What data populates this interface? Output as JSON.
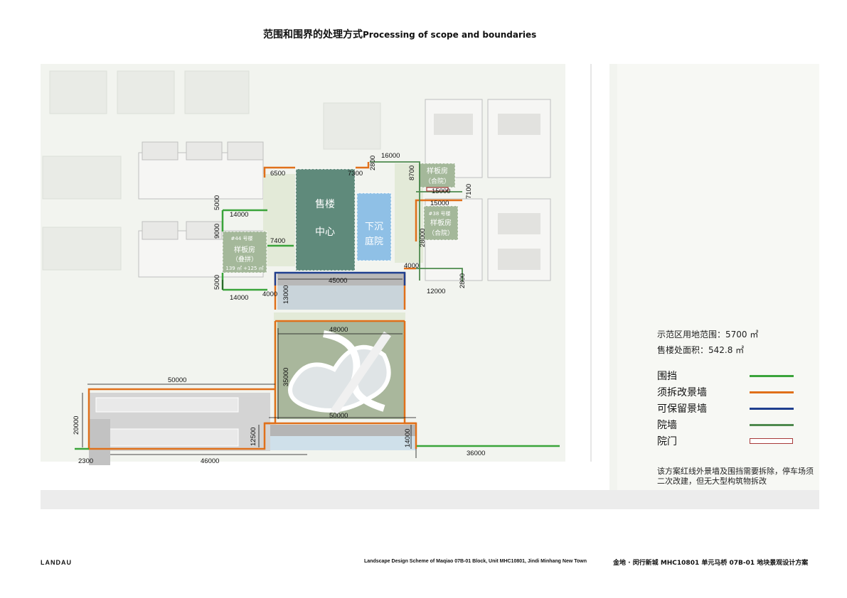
{
  "title": {
    "cn": "范围和围界的处理方式",
    "en": "Processing of scope and boundaries"
  },
  "buildings": {
    "sales_center": "售楼中心",
    "sunken_court": "下沉庭院",
    "model_left_no": "#44 号楼",
    "model_left_name": "样板房",
    "model_left_sub": "（叠拼）",
    "model_left_area": "139 ㎡ +125 ㎡",
    "model_top_name": "样板房",
    "model_top_sub": "（合院）",
    "model_right_no": "#38 号楼",
    "model_right_name": "样板房",
    "model_right_sub": "（合院）"
  },
  "dimensions": {
    "d16000": "16000",
    "d6500": "6500",
    "d7300": "7300",
    "d2800a": "2800",
    "d8700": "8700",
    "d15000a": "15000",
    "d7100": "7100",
    "d15000b": "15000",
    "d5000a": "5000",
    "d14000a": "14000",
    "d9000": "9000",
    "d7400": "7400",
    "d28000": "28000",
    "d4000a": "4000",
    "d5000b": "5000",
    "d14000b": "14000",
    "d4000b": "4000",
    "d45000": "45000",
    "d13000": "13000",
    "d12000": "12000",
    "d2800b": "2800",
    "d48000": "48000",
    "d35000": "35000",
    "d50000a": "50000",
    "d20000": "20000",
    "d50000b": "50000",
    "d12500": "12500",
    "d14000c": "14000",
    "d36000": "36000",
    "d2300": "2300",
    "d46000": "46000"
  },
  "info": {
    "site_area": "示范区用地范围：5700 ㎡",
    "sales_area": "售楼处面积：542.8 ㎡"
  },
  "legend": [
    {
      "label": "围挡",
      "color": "#3aa43a",
      "style": "line"
    },
    {
      "label": "须拆改景墙",
      "color": "#e0701a",
      "style": "line"
    },
    {
      "label": "可保留景墙",
      "color": "#1f3f8f",
      "style": "line"
    },
    {
      "label": "院墙",
      "color": "#4e8a4e",
      "style": "line"
    },
    {
      "label": "院门",
      "color": "#a83a3a",
      "style": "box"
    }
  ],
  "note": "该方案红线外景墙及围挡需要拆除，停车场须二次改建，但无大型构筑物拆改",
  "footer": {
    "logo": "LANDAU",
    "en": "Landscape Design Scheme of Maqiao 07B-01 Block, Unit MHC10801, Jindi Minhang New Town",
    "cn": "金地 · 闵行新城 MHC10801 单元马桥 07B-01 地块景观设计方案"
  },
  "colors": {
    "orange": "#e0701a",
    "green": "#3aa43a",
    "blue": "#1f3f8f",
    "courtwall": "#4e8a4e",
    "sales": "#5f8a7b",
    "sunken": "#8fc0e6",
    "model": "#a4b89a"
  }
}
